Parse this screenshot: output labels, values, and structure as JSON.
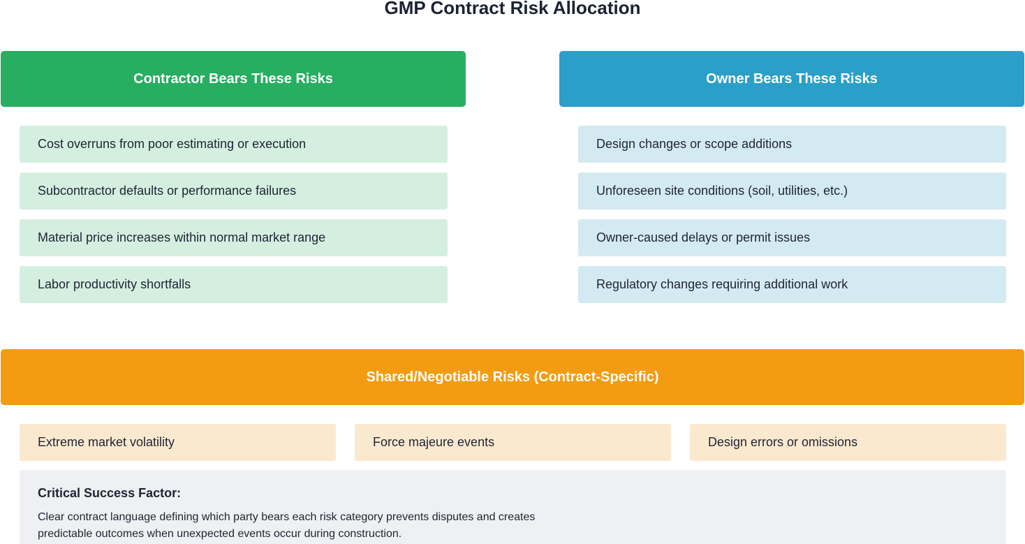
{
  "title": "GMP Contract Risk Allocation",
  "colors": {
    "contractor": "#27ae60",
    "owner": "#2b9fc8",
    "shared": "#f39c12"
  },
  "contractor": {
    "header": "Contractor Bears These Risks",
    "items": [
      "Cost overruns from poor estimating or execution",
      "Subcontractor defaults or performance failures",
      "Material price increases within normal market range",
      "Labor productivity shortfalls"
    ]
  },
  "owner": {
    "header": "Owner Bears These Risks",
    "items": [
      "Design changes or scope additions",
      "Unforeseen site conditions (soil, utilities, etc.)",
      "Owner-caused delays or permit issues",
      "Regulatory changes requiring additional work"
    ]
  },
  "shared": {
    "header": "Shared/Negotiable Risks (Contract-Specific)",
    "items": [
      "Extreme market volatility",
      "Force majeure events",
      "Design errors or omissions"
    ]
  },
  "critical_success_factor": {
    "heading": "Critical Success Factor:",
    "body": "Clear contract language defining which party bears each risk category prevents disputes and creates predictable outcomes when unexpected events occur during construction."
  }
}
